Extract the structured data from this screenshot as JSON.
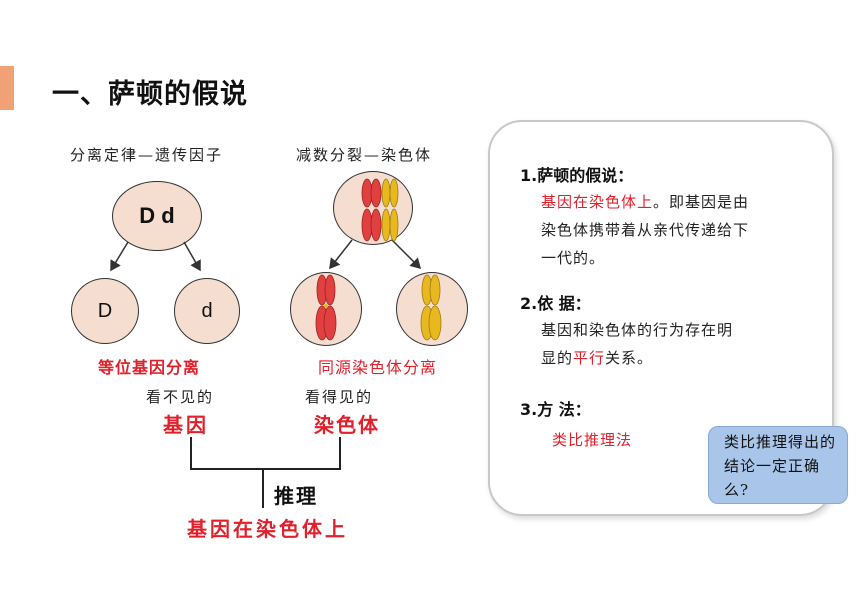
{
  "header": {
    "title": "一、萨顿的假说"
  },
  "left_panel": {
    "caption_left": "分离定律—遗传因子",
    "caption_right": "减数分裂—染色体",
    "parent_alleles": "D d",
    "child_allele_1": "D",
    "child_allele_2": "d",
    "label_gene_sep": "等位基因分离",
    "label_chrom_sep": "同源染色体分离",
    "invisible_text": "看不见的",
    "gene_word": "基因",
    "visible_text": "看得见的",
    "chrom_word": "染色体",
    "reasoning": "推理",
    "conclusion": "基因在染色体上"
  },
  "card": {
    "h1": "1.萨顿的假说：",
    "hyp_red": "基因在染色体上",
    "hyp_rest_1": "。即基因是由",
    "hyp_line2": "染色体携带着从亲代传递给下",
    "hyp_line3": "一代的。",
    "h2": "2.依 据：",
    "basis_line1": "基因和染色体的行为存在明",
    "basis_pre": "显的",
    "basis_red": "平行",
    "basis_post": "关系。",
    "h3": "3.方 法：",
    "method": "类比推理法"
  },
  "bubble": {
    "text": "类比推理得出的结论一定正确么?"
  },
  "colors": {
    "accent": "#f0a276",
    "red": "#e0202a",
    "cell_fill": "#f5ddcf",
    "bubble": "#a9c6ea",
    "chrom_red": "#e04040",
    "chrom_yellow": "#e8b820"
  }
}
